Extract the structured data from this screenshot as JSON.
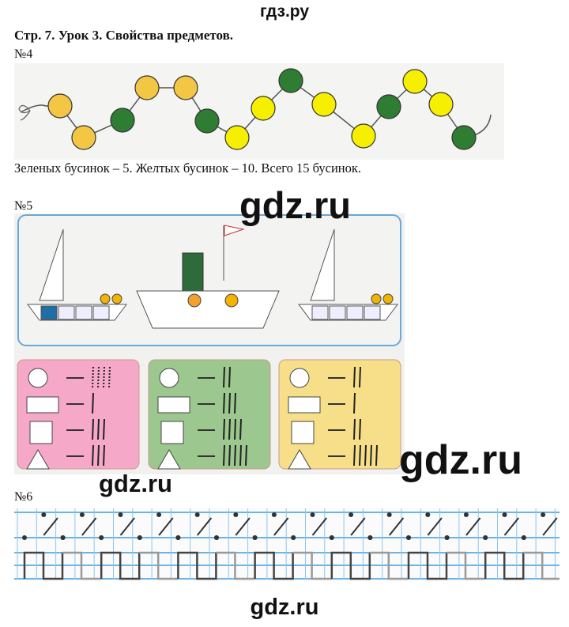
{
  "header": {
    "site": "гдз.ру"
  },
  "title": "Стр. 7. Урок 3. Свойства предметов.",
  "tasks": [
    {
      "number": "№4",
      "answer": "Зеленых бусинок – 5. Желтых бусинок – 10. Всего 15 бусинок.",
      "beads": [
        "gold",
        "gold",
        "green",
        "gold",
        "gold",
        "green",
        "yellow",
        "yellow",
        "green",
        "yellow",
        "yellow",
        "green",
        "yellow",
        "yellow",
        "green"
      ]
    },
    {
      "number": "№5",
      "tallies": [
        {
          "panel": "pink",
          "color": "#f5a8c8",
          "counts": {
            "circle": 4,
            "rectangle": 1,
            "square": 3,
            "triangle": 3
          }
        },
        {
          "panel": "green",
          "color": "#9cc78e",
          "counts": {
            "circle": 2,
            "rectangle": 3,
            "square": 4,
            "triangle": 5
          }
        },
        {
          "panel": "yellow",
          "color": "#f7df8a",
          "counts": {
            "circle": 2,
            "rectangle": 1,
            "square": 2,
            "triangle": 5
          }
        }
      ]
    },
    {
      "number": "№6"
    }
  ],
  "watermarks": [
    "gdz.ru",
    "gdz.ru",
    "gdz.ru",
    "gdz.ru"
  ],
  "colors": {
    "gold": "#f3c744",
    "yellow": "#f6f000",
    "green": "#2e7d32",
    "grid": "#3a9de0"
  }
}
